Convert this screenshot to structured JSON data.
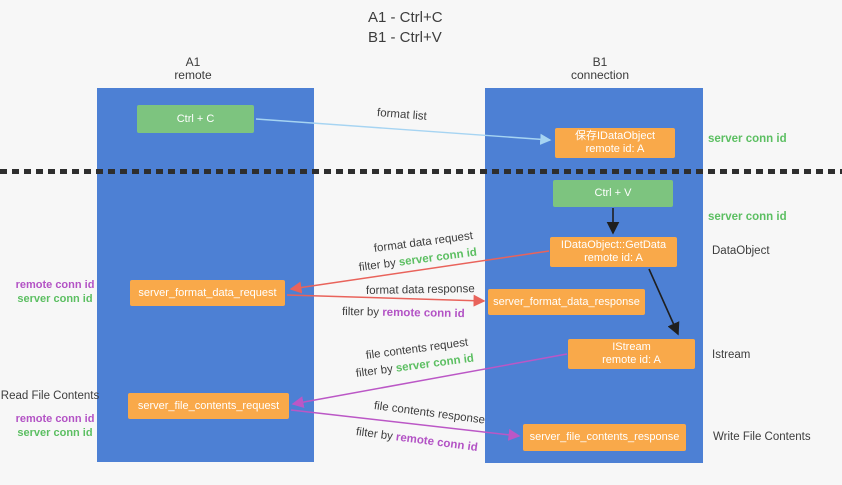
{
  "title": {
    "line1": "A1 - Ctrl+C",
    "line2": "B1 - Ctrl+V"
  },
  "lanes": {
    "a1": {
      "name": "A1",
      "subtitle": "remote"
    },
    "b1": {
      "name": "B1",
      "subtitle": "connection"
    }
  },
  "nodes": {
    "ctrl_c": {
      "label": "Ctrl + C"
    },
    "save_dataobject": {
      "line1": "保存IDataObject",
      "line2": "remote id: A"
    },
    "ctrl_v": {
      "label": "Ctrl + V"
    },
    "getdata": {
      "line1": "IDataObject::GetData",
      "line2": "remote id: A"
    },
    "format_data_request": {
      "label": "server_format_data_request"
    },
    "format_data_response": {
      "label": "server_format_data_response"
    },
    "istream": {
      "line1": "IStream",
      "line2": "remote id: A"
    },
    "file_contents_request": {
      "label": "server_file_contents_request"
    },
    "file_contents_response": {
      "label": "server_file_contents_response"
    }
  },
  "edges": {
    "format_list": {
      "label": "format list"
    },
    "format_data_request": {
      "label": "format data request",
      "filter_prefix": "filter by ",
      "filter_key": "server conn id"
    },
    "format_data_response": {
      "label": "format data response",
      "filter_prefix": "filter by ",
      "filter_key": "remote conn id"
    },
    "file_contents_request": {
      "label": "file contents request",
      "filter_prefix": "filter by ",
      "filter_key": "server conn id"
    },
    "file_contents_response": {
      "label": "file contents response",
      "filter_prefix": "filter by ",
      "filter_key": "remote conn id"
    }
  },
  "annotations": {
    "right": {
      "server_conn_id_1": "server conn id",
      "server_conn_id_2": "server conn id",
      "dataobject": "DataObject",
      "istream": "Istream",
      "write_file_contents": "Write File Contents"
    },
    "left": {
      "remote_conn_id_1": "remote conn id",
      "server_conn_id_1": "server conn id",
      "read_file_contents": "Read File Contents",
      "remote_conn_id_2": "remote conn id",
      "server_conn_id_2": "server conn id"
    }
  },
  "colors": {
    "lane_blue": "#4d80d4",
    "node_green": "#7dc47f",
    "node_orange": "#f9a94a",
    "arrow_blue": "#a6d4f2",
    "arrow_red": "#e9635b",
    "arrow_purple": "#bb57c6",
    "arrow_black": "#1f1f1f",
    "conn_id_green": "#5cbf62",
    "conn_id_purple": "#b353c5",
    "background": "#f7f7f7"
  }
}
